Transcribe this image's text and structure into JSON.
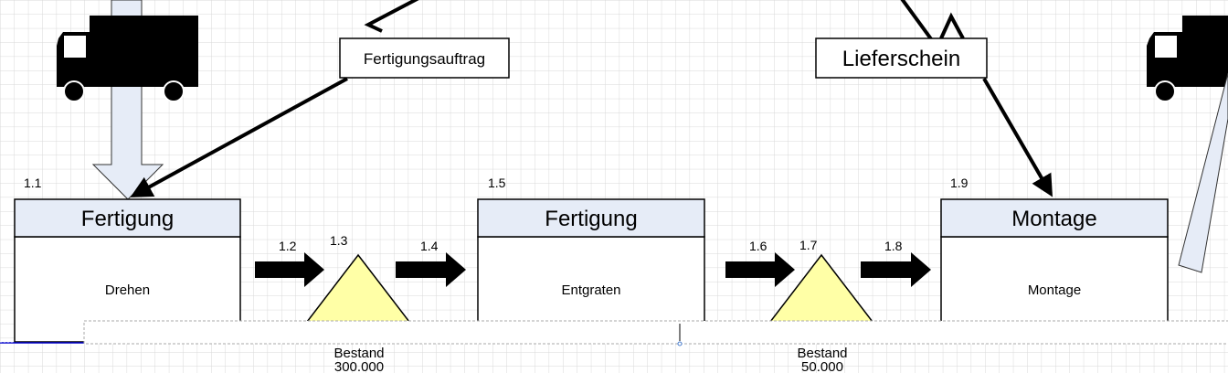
{
  "colors": {
    "header_fill": "#e6ecf7",
    "inventory_fill": "#ffffa6",
    "grid": "#d9d9d9",
    "selection": "#0000cc"
  },
  "info_boxes": {
    "order": "Fertigungsauftrag",
    "delivery": "Lieferschein"
  },
  "processes": [
    {
      "id": "1.1",
      "title": "Fertigung",
      "body": "Drehen"
    },
    {
      "id": "1.5",
      "title": "Fertigung",
      "body": "Entgraten"
    },
    {
      "id": "1.9",
      "title": "Montage",
      "body": "Montage"
    }
  ],
  "push_arrows": [
    "1.2",
    "1.4",
    "1.6",
    "1.8"
  ],
  "inventories": [
    {
      "id": "1.3",
      "label": "Bestand",
      "value": "300.000"
    },
    {
      "id": "1.7",
      "label": "Bestand",
      "value": "50.000"
    }
  ]
}
